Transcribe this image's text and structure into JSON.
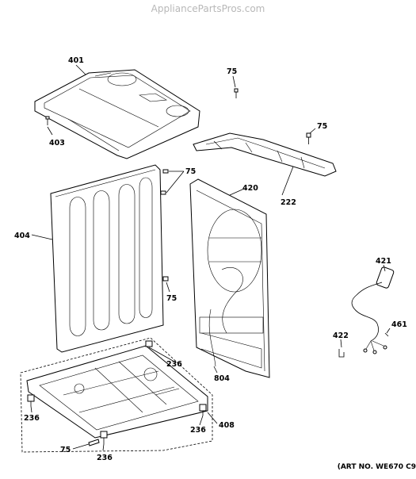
{
  "watermark": "AppliancePartsPros.com",
  "art_number": "(ART NO. WE670 C9",
  "callouts": {
    "c401": "401",
    "c403": "403",
    "c75_top": "75",
    "c75_right": "75",
    "c75_mid": "75",
    "c75_lower": "75",
    "c75_bottom": "75",
    "c222": "222",
    "c420": "420",
    "c404": "404",
    "c421": "421",
    "c422": "422",
    "c461": "461",
    "c804": "804",
    "c236_mid": "236",
    "c236_left": "236",
    "c236_right": "236",
    "c236_bottom": "236",
    "c408": "408"
  }
}
